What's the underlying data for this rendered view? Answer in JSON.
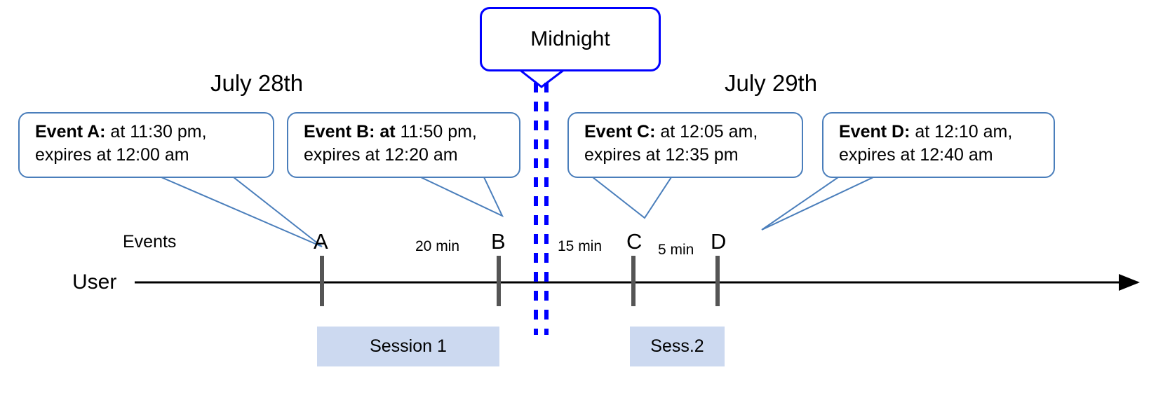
{
  "diagram": {
    "title_callout": {
      "label": "Midnight"
    },
    "dates": [
      {
        "label": "July 28th"
      },
      {
        "label": "July 29th"
      }
    ],
    "row_labels": {
      "events": "Events",
      "user": "User"
    },
    "event_callouts": [
      {
        "id": "A",
        "lead": "Event A:",
        "line1_rest": " at 11:30 pm,",
        "line2": "expires at 12:00 am"
      },
      {
        "id": "B",
        "lead": "Event B: at",
        "line1_rest": " 11:50 pm,",
        "line2": "expires at 12:20 am"
      },
      {
        "id": "C",
        "lead": "Event C:",
        "line1_rest": " at 12:05 am,",
        "line2": "expires at 12:35 pm"
      },
      {
        "id": "D",
        "lead": "Event D:",
        "line1_rest": "  at 12:10 am,",
        "line2": "expires at 12:40 am"
      }
    ],
    "markers": [
      {
        "label": "A"
      },
      {
        "label": "B"
      },
      {
        "label": "C"
      },
      {
        "label": "D"
      }
    ],
    "gaps": [
      {
        "label": "20 min"
      },
      {
        "label": "15 min"
      },
      {
        "label": "5 min"
      }
    ],
    "sessions": [
      {
        "label": "Session 1"
      },
      {
        "label": "Sess.2"
      }
    ],
    "colors": {
      "callout_border": "#4a7ebb",
      "midnight_border": "#0000ff",
      "midnight_line": "#0000ff",
      "session_fill": "#ccd9f0",
      "axis": "#000000",
      "tick": "#555555",
      "text": "#000000"
    }
  }
}
